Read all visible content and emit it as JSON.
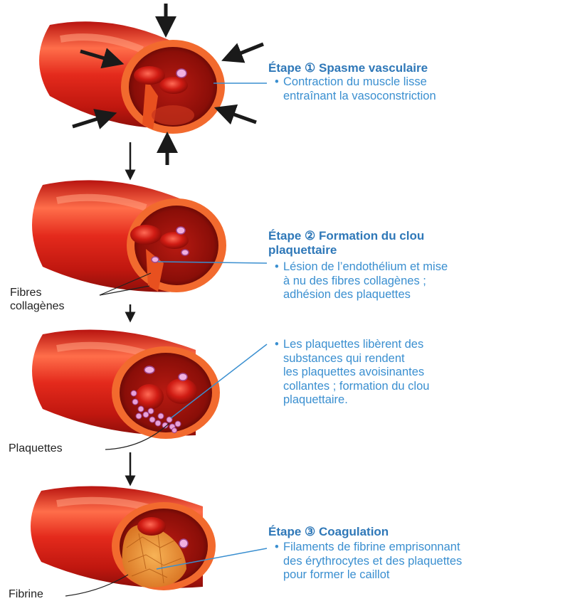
{
  "colors": {
    "title_blue": "#2f78b8",
    "text_blue": "#3a8fd0",
    "vessel_red": "#d8231b",
    "vessel_dark": "#8e0f0a",
    "vessel_light": "#ff8a66",
    "rim_orange": "#f26a2e",
    "fibrin_orange": "#e8882a",
    "platelet_pink": "#e8a0d8"
  },
  "steps": [
    {
      "title": "Étape ① Spasme vasculaire",
      "lines": [
        "Contraction du muscle lisse",
        "entraînant la vasoconstriction"
      ]
    },
    {
      "title_lines": [
        "Étape ② Formation du clou",
        "plaquettaire"
      ],
      "lines": [
        "Lésion de l’endothélium et mise",
        "à nu des fibres collagènes ;",
        "adhésion des plaquettes"
      ]
    },
    {
      "lines": [
        "Les plaquettes libèrent des",
        "substances qui rendent",
        "les plaquettes avoisinantes",
        "collantes ; formation du clou",
        "plaquettaire."
      ]
    },
    {
      "title": "Étape ③ Coagulation",
      "lines": [
        "Filaments de fibrine emprisonnant",
        "des érythrocytes et des plaquettes",
        "pour former le caillot"
      ]
    }
  ],
  "labels": {
    "fibres": [
      "Fibres",
      "collagènes"
    ],
    "plaquettes": "Plaquettes",
    "fibrine": "Fibrine"
  },
  "bullet_char": "•",
  "icons": [
    "arrow-icon"
  ]
}
